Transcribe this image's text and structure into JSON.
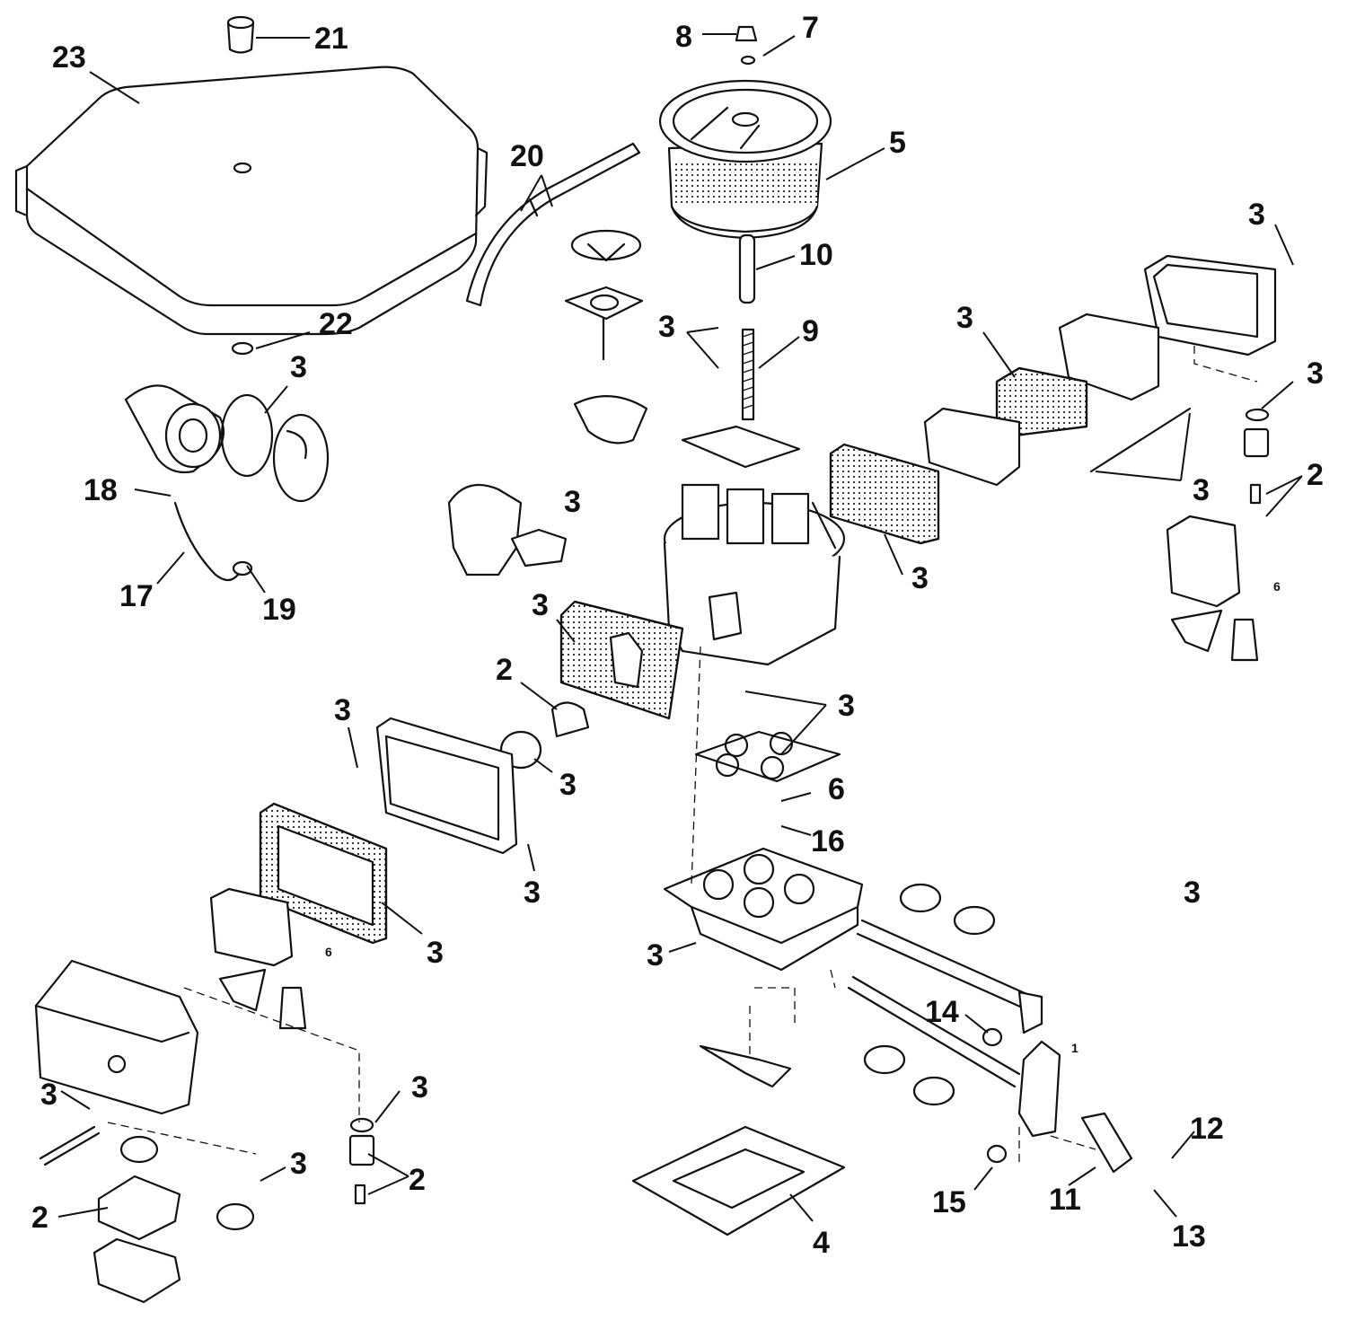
{
  "callouts": [
    {
      "id": "c23",
      "text": "23"
    },
    {
      "id": "c21",
      "text": "21"
    },
    {
      "id": "c22",
      "text": "22"
    },
    {
      "id": "c20",
      "text": "20"
    },
    {
      "id": "c8",
      "text": "8"
    },
    {
      "id": "c7",
      "text": "7"
    },
    {
      "id": "c5",
      "text": "5"
    },
    {
      "id": "c10",
      "text": "10"
    },
    {
      "id": "c9",
      "text": "9"
    },
    {
      "id": "c3a",
      "text": "3"
    },
    {
      "id": "c3b",
      "text": "3"
    },
    {
      "id": "c3c",
      "text": "3"
    },
    {
      "id": "c3d",
      "text": "3"
    },
    {
      "id": "c3e",
      "text": "3"
    },
    {
      "id": "c3f",
      "text": "3"
    },
    {
      "id": "c3g",
      "text": "3"
    },
    {
      "id": "c3h",
      "text": "3"
    },
    {
      "id": "c3i",
      "text": "3"
    },
    {
      "id": "c3j",
      "text": "3"
    },
    {
      "id": "c3k",
      "text": "3"
    },
    {
      "id": "c3l",
      "text": "3"
    },
    {
      "id": "c3m",
      "text": "3"
    },
    {
      "id": "c3n",
      "text": "3"
    },
    {
      "id": "c3o",
      "text": "3"
    },
    {
      "id": "c3p",
      "text": "3"
    },
    {
      "id": "c3q",
      "text": "3"
    },
    {
      "id": "c3r",
      "text": "3"
    },
    {
      "id": "c3s",
      "text": "3"
    },
    {
      "id": "c18",
      "text": "18"
    },
    {
      "id": "c17",
      "text": "17"
    },
    {
      "id": "c19",
      "text": "19"
    },
    {
      "id": "c2a",
      "text": "2"
    },
    {
      "id": "c2b",
      "text": "2"
    },
    {
      "id": "c2c",
      "text": "2"
    },
    {
      "id": "c2d",
      "text": "2"
    },
    {
      "id": "c6",
      "text": "6"
    },
    {
      "id": "c16",
      "text": "16"
    },
    {
      "id": "c14",
      "text": "14"
    },
    {
      "id": "c12",
      "text": "12"
    },
    {
      "id": "c11",
      "text": "11"
    },
    {
      "id": "c15",
      "text": "15"
    },
    {
      "id": "c13",
      "text": "13"
    },
    {
      "id": "c4",
      "text": "4"
    }
  ],
  "small_marks": [
    "6",
    "6",
    "1"
  ]
}
